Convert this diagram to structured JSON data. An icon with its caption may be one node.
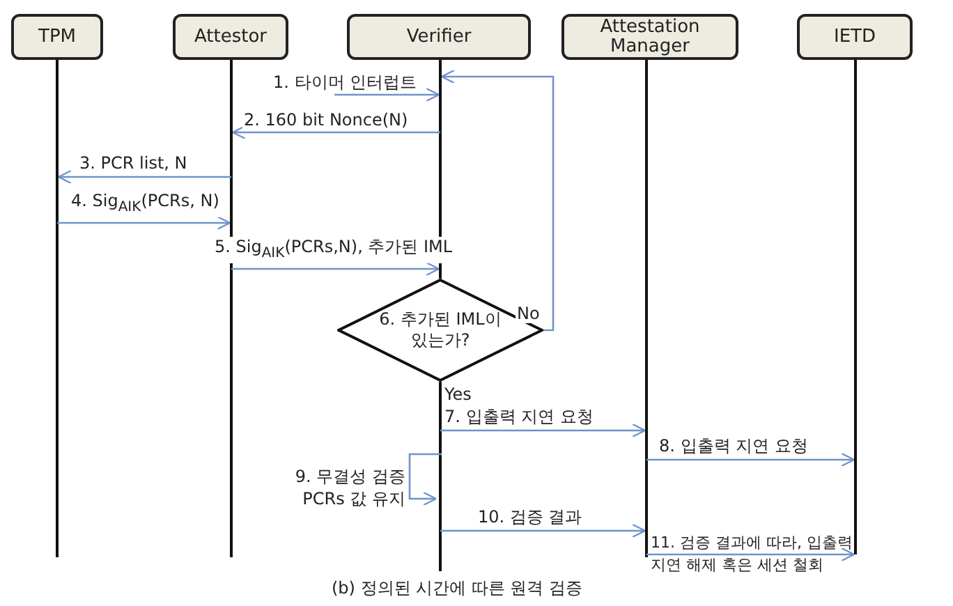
{
  "diagram": {
    "caption": "(b) 정의된 시간에 따른 원격 검증",
    "nodes": [
      {
        "text": [
          "TPM"
        ]
      },
      {
        "text": [
          "Attestor"
        ]
      },
      {
        "text": [
          "Verifier"
        ]
      },
      {
        "text": [
          "Attestation Manager"
        ]
      },
      {
        "text": [
          "IETD"
        ]
      },
      {
        "text": [
          "6. 추가된 IML이 있는가?"
        ],
        "beside": [
          "Yes"
        ]
      }
    ],
    "edges": [
      {
        "from": null,
        "to": 2,
        "arrow": "to",
        "label": "1. 타이머 인터럽트"
      },
      {
        "from": 2,
        "to": 1,
        "arrow": "to",
        "label": "2. 160 bit Nonce(N)"
      },
      {
        "from": 1,
        "to": 0,
        "arrow": "to",
        "label": "3. PCR list,  N"
      },
      {
        "from": 0,
        "to": 1,
        "arrow": "to",
        "label": "4. Sig$_{AIK}$(PCRs, N)"
      },
      {
        "from": 1,
        "to": 2,
        "arrow": "to",
        "label": "5. Sig$_{AIK}$(PCRs,N), 추가된 IML"
      },
      {
        "from": 5,
        "to": 2,
        "arrow": "to",
        "label": "No"
      },
      {
        "from": 2,
        "to": 3,
        "arrow": "to",
        "label": "7. 입출력 지연 요청"
      },
      {
        "from": 3,
        "to": 4,
        "arrow": "to",
        "label": "8. 입출력 지연 요청"
      },
      {
        "from": 2,
        "to": 2,
        "arrow": "to",
        "label": "9. 무결성 검증 PCRs 값 유지"
      },
      {
        "from": 2,
        "to": 3,
        "arrow": "to",
        "label": "10. 검증 결과"
      },
      {
        "from": 3,
        "to": 4,
        "arrow": "to",
        "label": "11. 검증 결과에 따라, 입출력 지연 해제 혹은 세션 철회"
      }
    ]
  }
}
